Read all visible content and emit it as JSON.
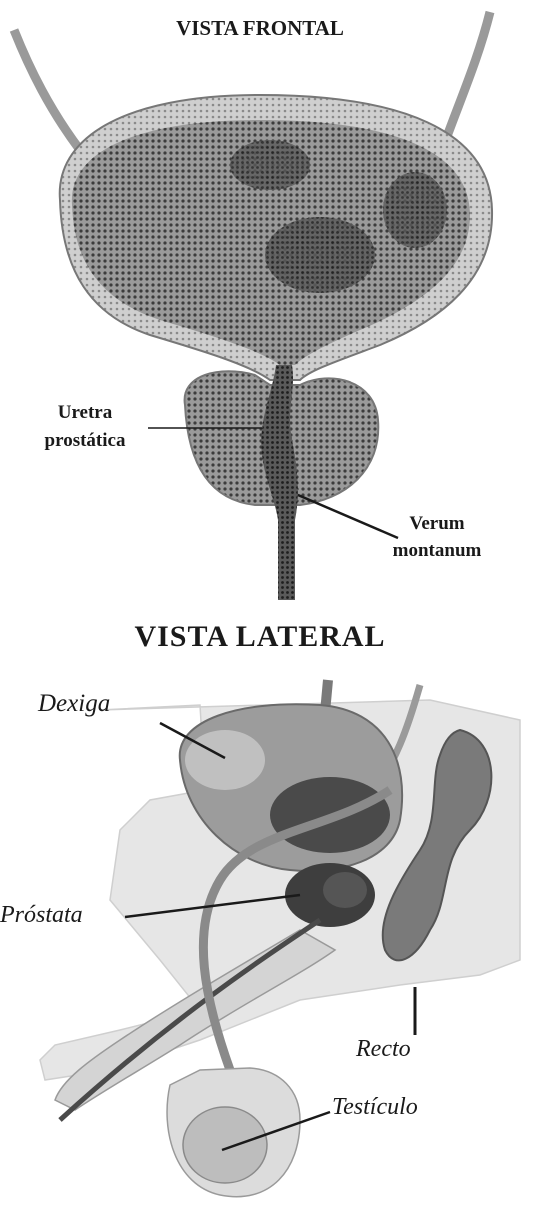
{
  "frontal_view": {
    "title": "VISTA FRONTAL",
    "labels": {
      "urethra_line1": "Uretra",
      "urethra_line2": "prostática",
      "verum_line1": "Verum",
      "verum_line2": "montanum"
    }
  },
  "lateral_view": {
    "title": "VISTA LATERAL",
    "labels": {
      "bladder": "Dexiga",
      "prostate": "Próstata",
      "rectum": "Recto",
      "testicle": "Testículo"
    }
  },
  "colors": {
    "ink": "#1a1a1a",
    "dark_tissue": "#4a4a4a",
    "mid_tissue": "#8a8a8a",
    "light_tissue": "#c8c8c8",
    "pale_tissue": "#e2e2e2"
  }
}
